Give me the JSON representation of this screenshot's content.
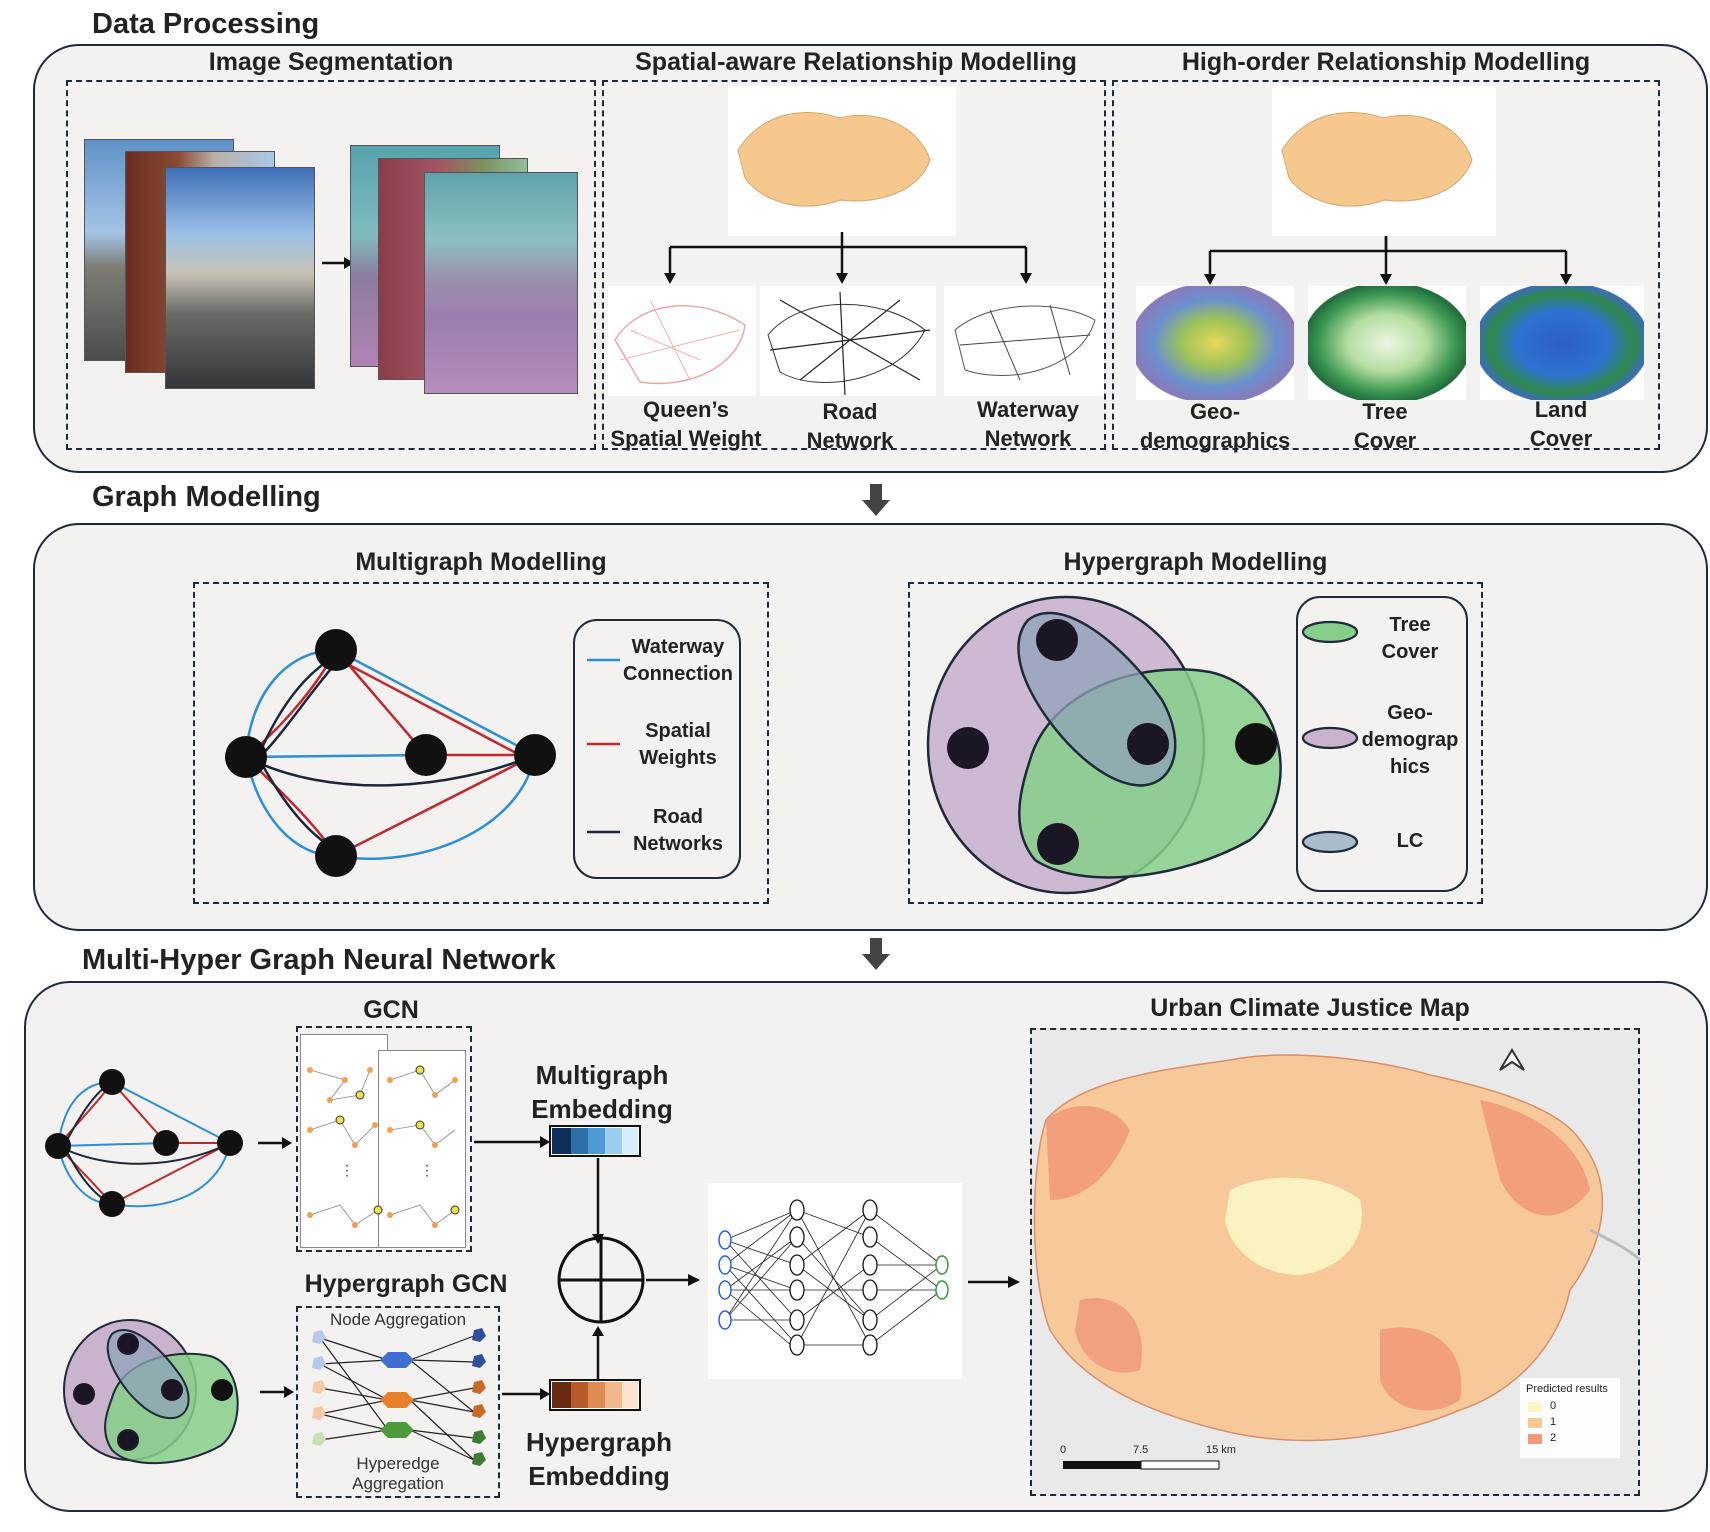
{
  "sections": {
    "data_processing": "Data Processing",
    "graph_modelling": "Graph Modelling",
    "mhgnn": "Multi-Hyper Graph Neural Network"
  },
  "data_processing": {
    "image_segmentation": "Image Segmentation",
    "spatial_title": "Spatial-aware Relationship Modelling",
    "highorder_title": "High-order Relationship Modelling",
    "spatial_items": [
      "Queen’s Spatial Weight",
      "Road Network",
      "Waterway Network"
    ],
    "highorder_items": [
      "Geo-demographics",
      "Tree Cover",
      "Land Cover"
    ],
    "spatial_caps": [
      [
        "Queen’s",
        "Spatial Weight"
      ],
      [
        "Road",
        "Network"
      ],
      [
        "Waterway",
        "Network"
      ]
    ],
    "highorder_caps": [
      [
        "Geo-",
        "demographics"
      ],
      [
        "Tree",
        "Cover"
      ],
      [
        "Land",
        "Cover"
      ]
    ]
  },
  "graph_modelling": {
    "multigraph_title": "Multigraph Modelling",
    "hypergraph_title": "Hypergraph Modelling",
    "multigraph_legend": [
      {
        "lines": [
          "Waterway",
          "Connection"
        ],
        "color": "#2b8fd6"
      },
      {
        "lines": [
          "Spatial",
          "Weights"
        ],
        "color": "#c0282d"
      },
      {
        "lines": [
          "Road",
          "Networks"
        ],
        "color": "#1b2738"
      }
    ],
    "hypergraph_legend": [
      {
        "lines": [
          "Tree",
          "Cover"
        ],
        "color": "#86cf8a"
      },
      {
        "lines": [
          "Geo-",
          "demograp",
          "hics"
        ],
        "color": "#c9b3cd"
      },
      {
        "lines": [
          "LC"
        ],
        "color": "#a9bccc"
      }
    ]
  },
  "mhgnn": {
    "gcn": "GCN",
    "hgcn": "Hypergraph GCN",
    "multigraph_embedding": [
      "Multigraph",
      "Embedding"
    ],
    "hypergraph_embedding": [
      "Hypergraph",
      "Embedding"
    ],
    "node_aggregation": "Node Aggregation",
    "hyperedge_aggregation": [
      "Hyperedge",
      "Aggregation"
    ],
    "map_title": "Urban Climate Justice Map",
    "legend_title": "Predicted results",
    "legend_items": [
      {
        "label": "0",
        "color": "#fbf4c4"
      },
      {
        "label": "1",
        "color": "#f7c89a"
      },
      {
        "label": "2",
        "color": "#f09a7a"
      }
    ],
    "scale_labels": [
      "0",
      "7.5",
      "15 km"
    ]
  },
  "colors": {
    "panel_bg": "#f4f1f1",
    "border": "#1e2a3a",
    "waterway": "#2b8fd6",
    "spatial": "#c0282d",
    "road": "#1b2738",
    "tree": "#86cf8a",
    "geodemo": "#c9b3cd",
    "lc": "#a9bccc"
  }
}
